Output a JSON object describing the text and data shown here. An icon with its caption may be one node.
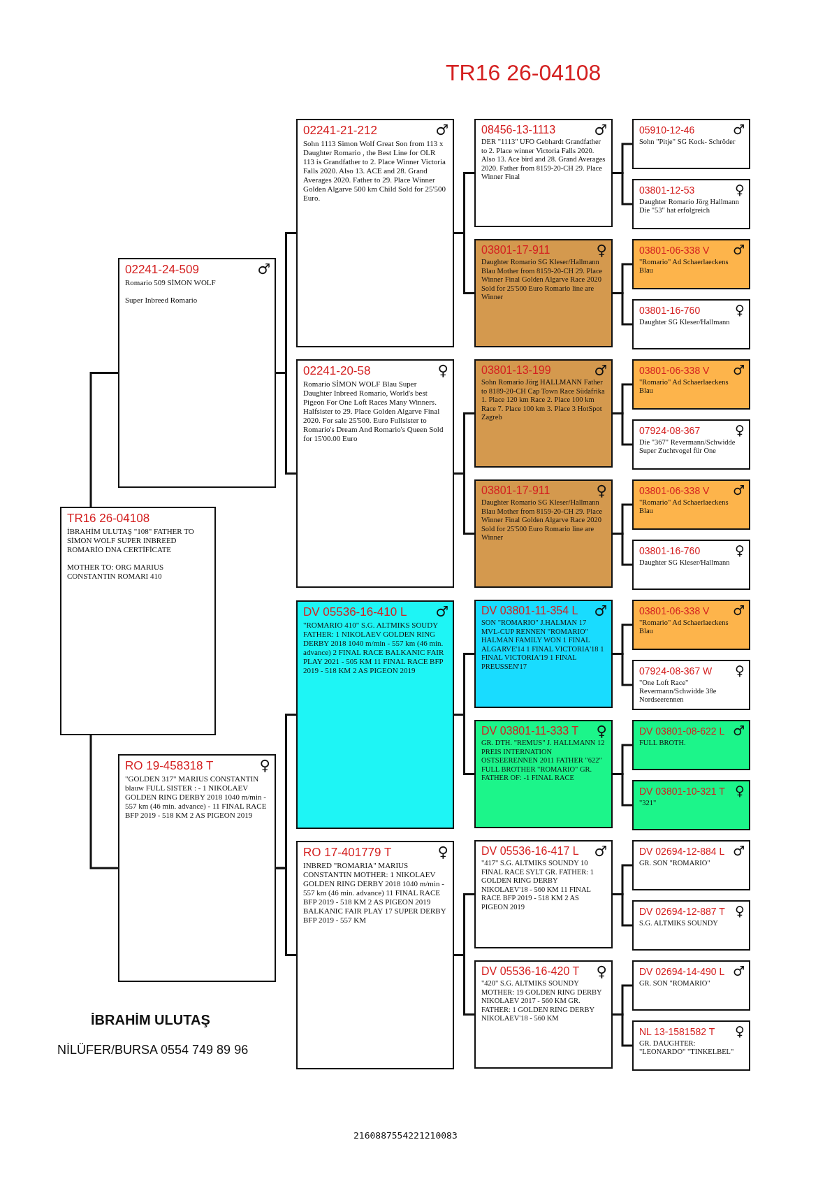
{
  "diagram": {
    "title": "TR16 26-04108",
    "nodes": [
      {
        "text": [
          "TR16 26-04108",
          "İBRAHİM ULUTAŞ \"108\" FATHER TO SİMON WOLF SUPER INBREED ROMARİO DNA CERTİFİCATE",
          "MOTHER TO: ORG MARIUS CONSTANTIN ROMARI 410"
        ]
      },
      {
        "text": [
          "02241-24-509",
          "♂",
          "Romario 509 SİMON WOLF",
          "Super Inbreed Romario"
        ]
      },
      {
        "text": [
          "RO 19-458318 T",
          "♀",
          "\"GOLDEN 317\" MARIUS CONSTANTIN blauw FULL SISTER : - 1 NIKOLAEV GOLDEN RING DERBY 2018 1040 m/min - 557 km (46 min. advance) - 11 FINAL RACE BFP 2019 - 518 KM 2 AS PIGEON 2019"
        ]
      },
      {
        "text": [
          "02241-21-212",
          "♂",
          "Sohn 1113 Simon Wolf Great Son from 113 x Daughter Romario , the Best Line for OLR 113 is Grandfather to 2. Place Winner Victoria Falls 2020. Also 13. ACE and 28. Grand Averages 2020. Father to 29. Place Winner Golden Algarve 500 km Child Sold for 25'500 Euro."
        ]
      },
      {
        "text": [
          "02241-20-58",
          "♀",
          "Romario SİMON WOLF Blau Super Daughter Inbreed Romario, World's best Pigeon For One Loft Races Many Winners. Halfsister to 29. Place Golden Algarve Final 2020. For sale 25'500. Euro Fullsister to Romario's Dream And Romario's Queen Sold for 15'00.00 Euro"
        ]
      },
      {
        "text": [
          "DV 05536-16-410 L",
          "♂",
          "\"ROMARIO 410\" S.G. ALTMIKS SOUDY FATHER: 1 NIKOLAEV GOLDEN RING DERBY 2018 1040 m/min - 557 km (46 min. advance) 2 FINAL RACE BALKANIC FAIR PLAY 2021 - 505 KM 11 FINAL RACE BFP 2019 - 518 KM 2 AS PIGEON 2019"
        ]
      },
      {
        "text": [
          "RO 17-401779 T",
          "♀",
          "INBRED \"ROMARIA\" MARIUS CONSTANTIN MOTHER: 1 NIKOLAEV GOLDEN RING DERBY 2018 1040 m/min - 557 km (46 min. advance) 11 FINAL RACE BFP 2019 - 518 KM 2 AS PIGEON 2019 BALKANIC FAIR PLAY 17 SUPER DERBY BFP 2019 - 557 KM"
        ]
      },
      {
        "text": [
          "08456-13-1113",
          "♂",
          "DER \"1113\" UFO Gebhardt Grandfather to 2. Place winner Victoria Falls 2020. Also 13. Ace bird and 28. Grand Averages 2020. Father from 8159-20-CH 29. Place Winner Final"
        ]
      },
      {
        "text": [
          "03801-17-911",
          "♀",
          "Daughter Romario SG Kleser/Hallmann Blau Mother from 8159-20-CH 29. Place Winner Final Golden Algarve Race 2020 Sold for 25'500 Euro Romario line are Winner"
        ]
      },
      {
        "text": [
          "03801-13-199",
          "♂",
          "Sohn Romario Jörg HALLMANN Father to 8189-20-CH Cap Town Race Südafrika 1. Place 120 km Race 2. Place 100 km Race 7. Place 100 km 3. Place 3 HotSpot Zagreb"
        ]
      },
      {
        "text": [
          "03801-17-911",
          "♀",
          "Daughter Romario SG Kleser/Hallmann Blau Mother from 8159-20-CH 29. Place Winner Final Golden Algarve Race 2020 Sold for 25'500 Euro Romario line are Winner"
        ]
      },
      {
        "text": [
          "DV 03801-11-354 L",
          "♂",
          "SON \"ROMARIO\" J.HALMAN 17 MVL-CUP RENNEN \"ROMARIO\" HALMAN FAMILY WON 1 FINAL ALGARVE'14 1 FINAL VICTORIA'18 1 FINAL VICTORIA'19 1 FINAL PREUSSEN'17"
        ]
      },
      {
        "text": [
          "DV 03801-11-333 T",
          "♀",
          "GR. DTH. \"REMUS\" J. HALLMANN 12 PREIS INTERNATION OSTSEERENNEN 2011 FATHER \"622\" FULL BROTHER \"ROMARIO\" GR. FATHER OF: -1 FINAL RACE"
        ]
      },
      {
        "text": [
          "DV 05536-16-417 L",
          "♂",
          "\"417\" S.G. ALTMIKS SOUNDY 10 FINAL RACE SYLT GR. FATHER: 1 GOLDEN RING DERBY NIKOLAEV'18 - 560 KM 11 FINAL RACE BFP 2019 - 518 KM 2 AS PIGEON 2019"
        ]
      },
      {
        "text": [
          "DV 05536-16-420 T",
          "♀",
          "\"420\" S.G. ALTMIKS SOUNDY MOTHER: 19 GOLDEN RING DERBY NIKOLAEV 2017 - 560 KM GR. FATHER: 1 GOLDEN RING DERBY NIKOLAEV'18 - 560 KM"
        ]
      },
      {
        "text": [
          "05910-12-46",
          "♂",
          "Sohn \"Pitje\" SG Kock- Schröder"
        ]
      },
      {
        "text": [
          "03801-12-53",
          "♀",
          "Daughter Romario Jörg Hallmann Die \"53\" hat erfolgreich"
        ]
      },
      {
        "text": [
          "03801-06-338 V",
          "♂",
          "\"Romario\" Ad Schaerlaeckens Blau"
        ]
      },
      {
        "text": [
          "03801-16-760",
          "♀",
          "Daughter SG Kleser/Hallmann"
        ]
      },
      {
        "text": [
          "03801-06-338 V",
          "♂",
          "\"Romario\" Ad Schaerlaeckens Blau"
        ]
      },
      {
        "text": [
          "07924-08-367",
          "♀",
          "Die \"367\" Revermann/Schwidde Super Zuchtvogel für One"
        ]
      },
      {
        "text": [
          "03801-06-338 V",
          "♂",
          "\"Romario\" Ad Schaerlaeckens Blau"
        ]
      },
      {
        "text": [
          "03801-16-760",
          "♀",
          "Daughter SG Kleser/Hallmann"
        ]
      },
      {
        "text": [
          "03801-06-338 V",
          "♂",
          "\"Romario\" Ad Schaerlaeckens Blau"
        ]
      },
      {
        "text": [
          "07924-08-367 W",
          "♀",
          "\"One Loft Race\" Revermann/Schwidde 38e Nordseerennen"
        ]
      },
      {
        "text": [
          "DV 03801-08-622 L",
          "♂",
          "FULL BROTH."
        ]
      },
      {
        "text": [
          "DV 03801-10-321 T",
          "♀",
          "\"321\""
        ]
      },
      {
        "text": [
          "DV 02694-12-884 L",
          "♂",
          "GR. SON \"ROMARIO\""
        ]
      },
      {
        "text": [
          "DV 02694-12-887 T",
          "♀",
          "S.G. ALTMIKS SOUNDY"
        ]
      },
      {
        "text": [
          "DV 02694-14-490 L",
          "♂",
          "GR. SON \"ROMARIO\""
        ]
      },
      {
        "text": [
          "NL 13-1581582 T",
          "♀",
          "GR. DAUGHTER: \"LEONARDO\" \"TINKELBEL\""
        ]
      }
    ],
    "edges": [
      {
        "from": 0,
        "to": 1,
        "arrow": "none"
      },
      {
        "from": 0,
        "to": 2,
        "arrow": "none"
      },
      {
        "from": 1,
        "to": 3,
        "arrow": "none"
      },
      {
        "from": 1,
        "to": 4,
        "arrow": "none"
      },
      {
        "from": 2,
        "to": 5,
        "arrow": "none"
      },
      {
        "from": 2,
        "to": 6,
        "arrow": "none"
      },
      {
        "from": 3,
        "to": 7,
        "arrow": "none"
      },
      {
        "from": 3,
        "to": 8,
        "arrow": "none"
      },
      {
        "from": 4,
        "to": 9,
        "arrow": "none"
      },
      {
        "from": 4,
        "to": 10,
        "arrow": "none"
      },
      {
        "from": 5,
        "to": 11,
        "arrow": "none"
      },
      {
        "from": 5,
        "to": 12,
        "arrow": "none"
      },
      {
        "from": 6,
        "to": 13,
        "arrow": "none"
      },
      {
        "from": 6,
        "to": 14,
        "arrow": "none"
      },
      {
        "from": 7,
        "to": 15,
        "arrow": "none"
      },
      {
        "from": 7,
        "to": 16,
        "arrow": "none"
      },
      {
        "from": 8,
        "to": 17,
        "arrow": "none"
      },
      {
        "from": 8,
        "to": 18,
        "arrow": "none"
      },
      {
        "from": 9,
        "to": 19,
        "arrow": "none"
      },
      {
        "from": 9,
        "to": 20,
        "arrow": "none"
      },
      {
        "from": 10,
        "to": 21,
        "arrow": "none"
      },
      {
        "from": 10,
        "to": 22,
        "arrow": "none"
      },
      {
        "from": 11,
        "to": 23,
        "arrow": "none"
      },
      {
        "from": 11,
        "to": 24,
        "arrow": "none"
      },
      {
        "from": 12,
        "to": 25,
        "arrow": "none"
      },
      {
        "from": 12,
        "to": 26,
        "arrow": "none"
      },
      {
        "from": 13,
        "to": 27,
        "arrow": "none"
      },
      {
        "from": 13,
        "to": 28,
        "arrow": "none"
      },
      {
        "from": 14,
        "to": 29,
        "arrow": "none"
      },
      {
        "from": 14,
        "to": 30,
        "arrow": "none"
      }
    ],
    "labels": [
      "İBRAHİM ULUTAŞ",
      "NİLÜFER/BURSA 0554 749 89 96",
      "2160887554221210083"
    ]
  }
}
